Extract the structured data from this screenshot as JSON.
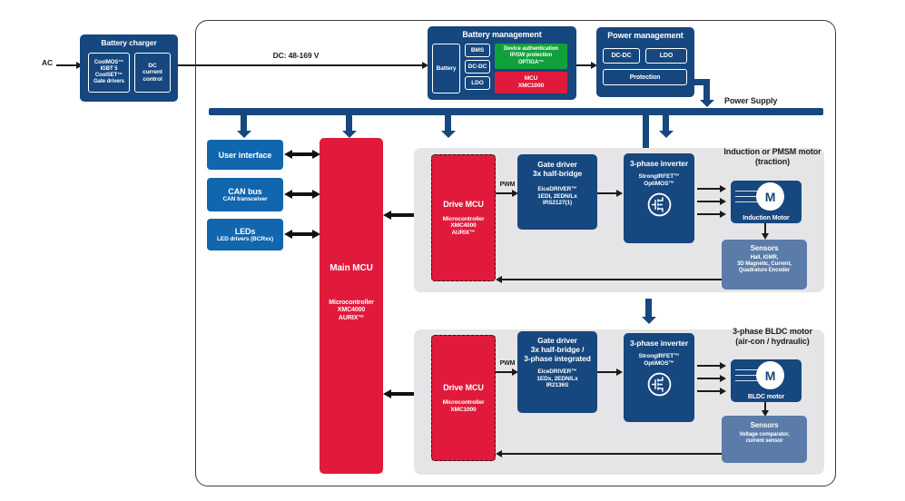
{
  "colors": {
    "navy": "#16477e",
    "blue": "#1166ad",
    "red": "#e11a3c",
    "green": "#11a13c",
    "steel": "#5b7ca9",
    "gray": "#e5e5e7",
    "ink": "#1d1d1b"
  },
  "labels": {
    "ac": "AC",
    "dc_link": "DC: 48-169 V",
    "power_supply": "Power Supply"
  },
  "battery_charger": {
    "title": "Battery charger",
    "device_box": "CoolMOS™\nIGBT 5\nCoolSET™\nGate drivers",
    "control_box": "DC\ncurrent\ncontrol"
  },
  "battery_management": {
    "title": "Battery management",
    "battery": "Battery",
    "bms": "BMS",
    "dcdc": "DC-DC",
    "ldo": "LDO",
    "security": "Device authentication\nIP/SW protection\nOPTIGA™",
    "mcu": "MCU\nXMC1000"
  },
  "power_management": {
    "title": "Power management",
    "dcdc": "DC-DC",
    "ldo": "LDO",
    "protection": "Protection"
  },
  "peripherals": {
    "user_interface": {
      "title": "User interface"
    },
    "can_bus": {
      "title": "CAN bus",
      "sub": "CAN transceiver"
    },
    "leds": {
      "title": "LEDs",
      "sub": "LED drivers (BCRxx)"
    }
  },
  "main_mcu": {
    "title": "Main MCU",
    "sub": "Microcontroller\nXMC4000\nAURIX™"
  },
  "traction": {
    "heading": "Induction or PMSM motor\n(traction)",
    "drive_mcu": {
      "title": "Drive MCU",
      "sub": "Microcontroller\nXMC4000\nAURIX™"
    },
    "pwm": "PWM",
    "gate_driver": {
      "title": "Gate driver\n3x half-bridge",
      "sub": "EiceDRIVER™\n1EDI, 2EDN/Lx\nIRS2127(1)"
    },
    "inverter": {
      "title": "3-phase inverter",
      "sub": "StrongIRFET™\nOptiMOS™"
    },
    "motor": {
      "letter": "M",
      "label": "Induction Motor"
    },
    "sensors": {
      "title": "Sensors",
      "sub": "Hall, iGMR,\n3D Magnetic, Current,\nQuadrature Encoder"
    }
  },
  "bldc": {
    "heading": "3-phase BLDC motor\n(air-con / hydraulic)",
    "drive_mcu": {
      "title": "Drive MCU",
      "sub": "Microcontroller\nXMC1000"
    },
    "pwm": "PWM",
    "gate_driver": {
      "title": "Gate driver\n3x half-bridge /\n3-phase integrated",
      "sub": "EiceDRIVER™\n1EDx, 2EDN/Lx\nIR2136S"
    },
    "inverter": {
      "title": "3-phase inverter",
      "sub": "StrongIRFET™\nOptiMOS™"
    },
    "motor": {
      "letter": "M",
      "label": "BLDC motor"
    },
    "sensors": {
      "title": "Sensors",
      "sub": "Voltage comparator,\ncurrent sensor"
    }
  }
}
